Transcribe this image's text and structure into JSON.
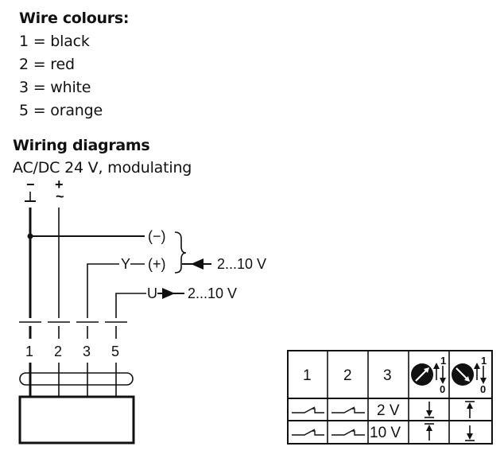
{
  "wire_colours": {
    "title": "Wire colours:",
    "items": [
      "1 = black",
      "2 = red",
      "3 = white",
      "5 = orange"
    ]
  },
  "wiring": {
    "title": "Wiring diagrams",
    "subtitle": "AC/DC 24 V, modulating",
    "supply": {
      "minus": "−",
      "plus": "+",
      "tilde": "~"
    },
    "labels": {
      "minus_terminal": "(−)",
      "plus_terminal": "(+)",
      "y_label": "Y",
      "u_label": "U",
      "input_voltage": "2...10 V",
      "output_voltage": "2...10 V"
    },
    "wire_numbers": [
      "1",
      "2",
      "3",
      "5"
    ]
  },
  "table": {
    "headers": [
      "1",
      "2",
      "3"
    ],
    "direction_mark_top": "1",
    "direction_mark_bottom": "0",
    "rows": [
      {
        "col3": "2 V"
      },
      {
        "col3": "10 V"
      }
    ]
  }
}
